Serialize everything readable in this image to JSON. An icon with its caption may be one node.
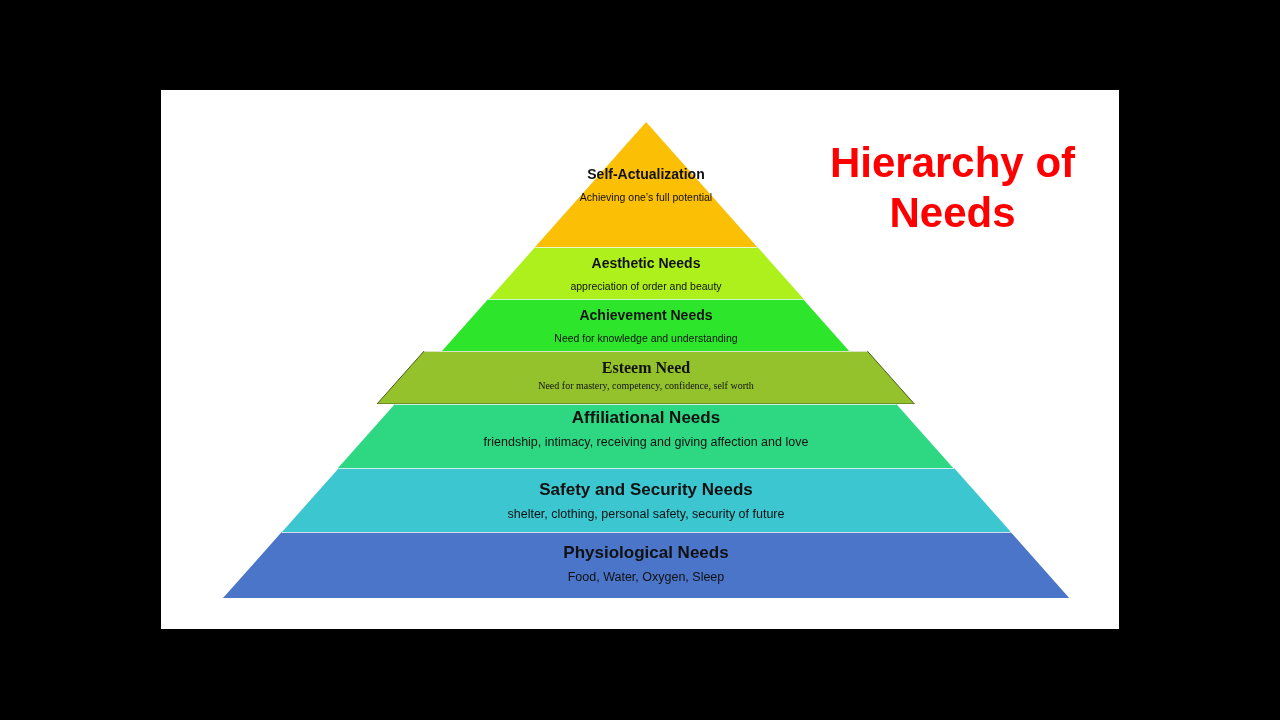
{
  "diagram": {
    "title": "Hierarchy of Needs",
    "nodes": [
      {
        "text": [
          "Self-Actualization",
          "Achieving one’s full potential"
        ]
      },
      {
        "text": [
          "Aesthetic Needs",
          "appreciation of order and beauty"
        ]
      },
      {
        "text": [
          "Achievement Needs",
          "Need for knowledge and understanding"
        ]
      },
      {
        "text": [
          "Esteem Need",
          "Need for mastery, competency, confidence, self worth"
        ]
      },
      {
        "text": [
          "Affiliational Needs",
          "friendship, intimacy, receiving and giving affection and love"
        ]
      },
      {
        "text": [
          "Safety and Security Needs",
          "shelter, clothing, personal safety, security of future"
        ]
      },
      {
        "text": [
          "Physiological Needs",
          "Food, Water, Oxygen, Sleep"
        ]
      }
    ]
  }
}
